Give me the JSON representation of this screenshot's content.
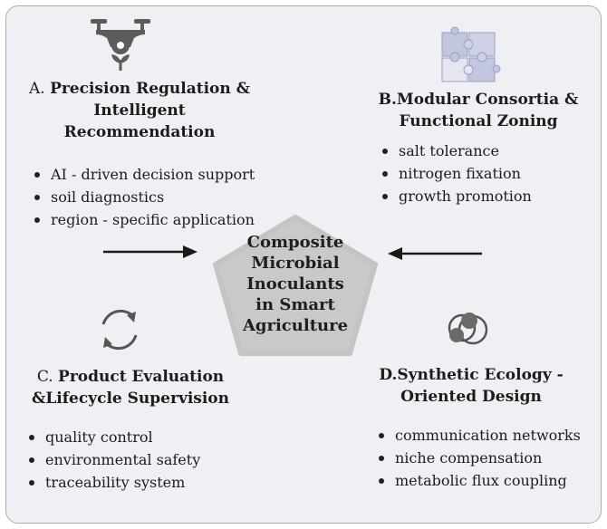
{
  "center": {
    "lines": [
      "Composite",
      "Microbial",
      "Inoculants",
      "in Smart",
      "Agriculture"
    ]
  },
  "panels": {
    "a": {
      "prefix": "A. ",
      "title_lines": [
        "Precision Regulation &",
        "Intelligent Recommendation"
      ],
      "bullets": [
        "AI - driven decision support",
        "soil diagnostics",
        "region - specific application"
      ],
      "icon": "drone-plant-icon"
    },
    "b": {
      "title_lines": [
        "B.Modular Consortia &",
        "Functional Zoning"
      ],
      "bullets": [
        "salt tolerance",
        "nitrogen fixation",
        "growth promotion"
      ],
      "icon": "puzzle-icon"
    },
    "c": {
      "prefix": "C. ",
      "title_lines": [
        "Product Evaluation",
        "&Lifecycle Supervision"
      ],
      "bullets": [
        "quality control",
        "environmental safety",
        "traceability system"
      ],
      "icon": "cycle-arrows-icon"
    },
    "d": {
      "title_lines": [
        "D.Synthetic Ecology -",
        "Oriented Design"
      ],
      "bullets": [
        "communication networks",
        "niche compensation",
        "metabolic flux coupling"
      ],
      "icon": "overlapping-circles-icon"
    }
  },
  "colors": {
    "frame_bg": "#eef0f4",
    "pentagon": "#c9c9c9",
    "puzzle_tiles": "#c3c6df",
    "arrow": "#1a1a1a"
  }
}
